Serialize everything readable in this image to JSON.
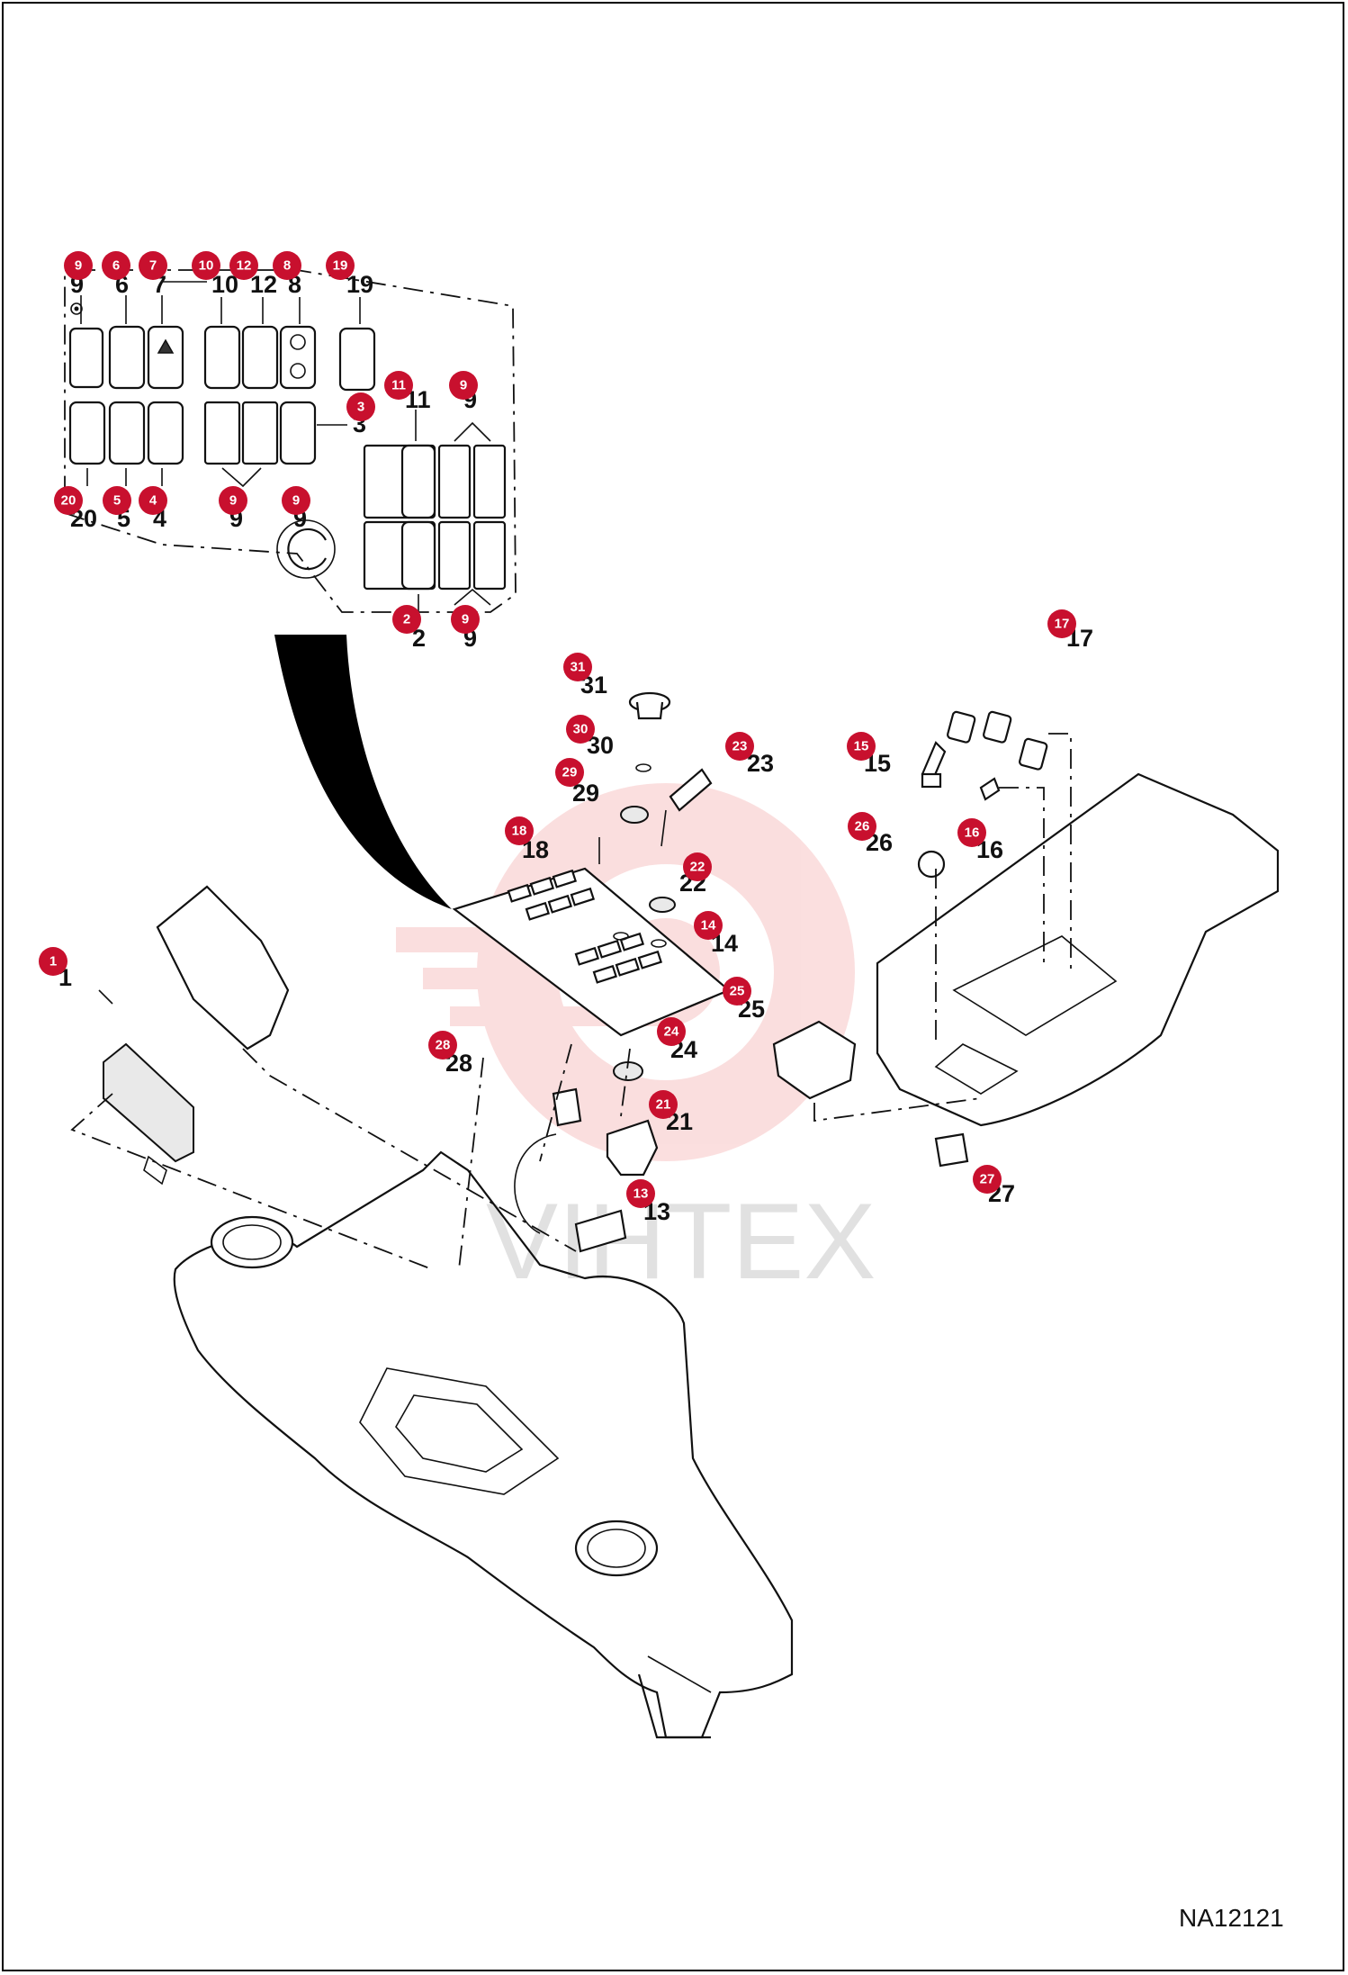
{
  "figure_code": "NA12121",
  "watermark_text": "VIHTEX",
  "badge_color": "#c8102e",
  "callouts": [
    {
      "id": "c1",
      "label": "1"
    },
    {
      "id": "c2",
      "label": "2"
    },
    {
      "id": "c3",
      "label": "3"
    },
    {
      "id": "c4",
      "label": "4"
    },
    {
      "id": "c5",
      "label": "5"
    },
    {
      "id": "c6",
      "label": "6"
    },
    {
      "id": "c7",
      "label": "7"
    },
    {
      "id": "c8",
      "label": "8"
    },
    {
      "id": "c9a",
      "label": "9"
    },
    {
      "id": "c9b",
      "label": "9"
    },
    {
      "id": "c9c",
      "label": "9"
    },
    {
      "id": "c9d",
      "label": "9"
    },
    {
      "id": "c9e",
      "label": "9"
    },
    {
      "id": "c10",
      "label": "10"
    },
    {
      "id": "c11",
      "label": "11"
    },
    {
      "id": "c12",
      "label": "12"
    },
    {
      "id": "c13",
      "label": "13"
    },
    {
      "id": "c14",
      "label": "14"
    },
    {
      "id": "c15",
      "label": "15"
    },
    {
      "id": "c16",
      "label": "16"
    },
    {
      "id": "c17",
      "label": "17"
    },
    {
      "id": "c18",
      "label": "18"
    },
    {
      "id": "c19",
      "label": "19"
    },
    {
      "id": "c20",
      "label": "20"
    },
    {
      "id": "c21",
      "label": "21"
    },
    {
      "id": "c22",
      "label": "22"
    },
    {
      "id": "c23",
      "label": "23"
    },
    {
      "id": "c24",
      "label": "24"
    },
    {
      "id": "c25",
      "label": "25"
    },
    {
      "id": "c26",
      "label": "26"
    },
    {
      "id": "c27",
      "label": "27"
    },
    {
      "id": "c28",
      "label": "28"
    },
    {
      "id": "c29",
      "label": "29"
    },
    {
      "id": "c30",
      "label": "30"
    },
    {
      "id": "c31",
      "label": "31"
    }
  ]
}
